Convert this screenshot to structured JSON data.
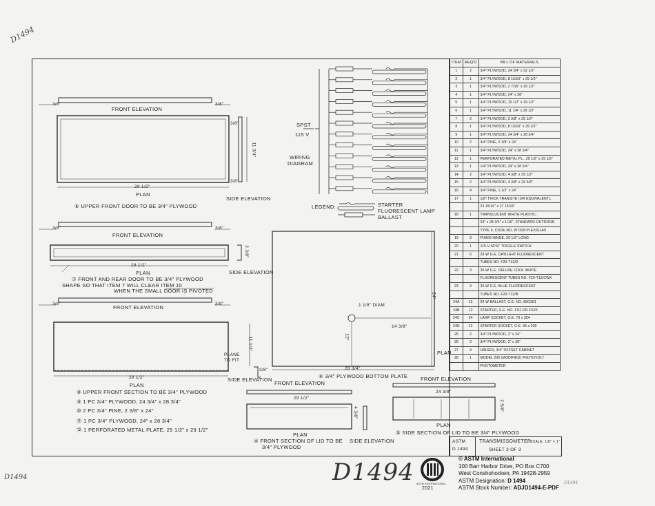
{
  "top_notes": {
    "handwritten_tl": "D1494",
    "handwritten_bl": "D1494",
    "handwritten_br": "D1494",
    "signature": "D1494"
  },
  "drawing": {
    "front_elevation_1": "FRONT ELEVATION",
    "front_elevation_2": "FRONT ELEVATION",
    "front_elevation_3": "FRONT ELEVATION",
    "front_elevation_4": "FRONT ELEVATION",
    "front_elevation_5": "FRONT ELEVATION",
    "plan": "PLAN",
    "side_elevation": "SIDE ELEVATION",
    "dim_3_8": "3/8\"",
    "dim_29_half": "29 1/2\"",
    "dim_11_34": "11 3/4\"",
    "dim_2_38": "2 3/8\"",
    "dim_11_12": "11 1/2\"",
    "dim_24": "24\"",
    "dim_28_34": "28 3/4\"",
    "dim_14_38": "14 3/8\"",
    "dim_12": "12\"",
    "dim_diam": "1 1/8\" DIAM",
    "dim_24_38": "24 3/8\"",
    "dim_4_38": "4 3/8\"",
    "dim_2_58": "2 5/8\"",
    "note_6": "⑥ UPPER FRONT DOOR TO BE 3/4\" PLYWOOD",
    "note_7a": "⑦ FRONT AND REAR DOOR TO BE 3/4\" PLYWOOD",
    "note_7b": "SHAPE SO THAT ITEM 7 WILL CLEAR ITEM 10",
    "note_7c": "WHEN THE SMALL DOOR IS PIVOTED",
    "plane_to_fit": "PLANE TO FIT",
    "notes_bl": [
      "⑧  UPPER FRONT SECTION TO BE 3/4\" PLYWOOD",
      "⑨  1 PC 3/4\" PLYWOOD, 24 3/4\" x 28 3/4\"",
      "⑩  2 PC 3/4\" PINE, 2 3/8\" x 24\"",
      "⑪  1 PC 3/4\" PLYWOOD, 24\" x 28 3/4\"",
      "⑫  1 PERFORATED METAL PLATE, 25 1/2\" x 29 1/2\""
    ],
    "bottom_plate": "④ 3/4\" PLYWOOD BOTTOM PLATE",
    "lid_front": "④ FRONT SECTION OF LID TO BE",
    "lid_front2": "3/4\" PLYWOOD",
    "lid_side": "⑤ SIDE SECTION OF LID TO BE 3/4\" PLYWOOD",
    "wiring": "WIRING",
    "diagram": "DIAGRAM",
    "spst": "SPST",
    "v115": "115 V",
    "legend": "LEGEND:",
    "starter": "STARTER",
    "lamp": "FLUORESCENT LAMP",
    "ballast": "BALLAST"
  },
  "bom": {
    "headers": [
      "ITEM",
      "REQ'D",
      "BILL OF MATERIALS"
    ],
    "rows": [
      [
        "1",
        "2",
        "3/4\" PLYWOOD, 24 3/4\" x 32 1/2\""
      ],
      [
        "2",
        "1",
        "3/4\" PLYWOOD, 8 15/16\" x 29 1/2\""
      ],
      [
        "3",
        "1",
        "3/4\" PLYWOOD, 2 7/16\" x 29 1/2\""
      ],
      [
        "4",
        "1",
        "3/4\" PLYWOOD, 24\" x 28\""
      ],
      [
        "5",
        "1",
        "3/4\" PLYWOOD, 10 1/2\" x 29 1/2\""
      ],
      [
        "6",
        "1",
        "3/4\" PLYWOOD, 11 1/4\" x 29 1/2\""
      ],
      [
        "7",
        "2",
        "3/4\" PLYWOOD, 2 3/8\" x 29 1/2\""
      ],
      [
        "8",
        "1",
        "3/4\" PLYWOOD, 8 15/16\" x 29 1/2\""
      ],
      [
        "9",
        "1",
        "3/4\" PLYWOOD, 24 3/4\" x 28 3/4\""
      ],
      [
        "10",
        "2",
        "3/4\" PINE, 2 3/8\" x 24\""
      ],
      [
        "11",
        "1",
        "3/4\" PLYWOOD, 24\" x 28 3/4\""
      ],
      [
        "12",
        "1",
        "PERFORATED METAL PL., 25 1/2\" x 29 1/2\""
      ],
      [
        "13",
        "1",
        "1/4\" PLYWOOD, 24\" x 28 3/4\""
      ],
      [
        "14",
        "2",
        "3/4\" PLYWOOD, 4 3/8\" x 29 1/2\""
      ],
      [
        "15",
        "2",
        "3/4\" PLYWOOD, 4 3/8\" x 24 3/8\""
      ],
      [
        "16",
        "4",
        "3/4\" PINE, 1 1/2\" x 24\""
      ],
      [
        "17",
        "1",
        "1/8\" THICK TRANSITE (OR EQUIVALENT),"
      ],
      [
        "",
        "",
        "23 15/16\" x 27 15/16\""
      ],
      [
        "18",
        "1",
        "TRANSLUCENT WHITE PLASTIC,"
      ],
      [
        "",
        "",
        "24\" x 28 3/4\" x 1/16\", STANDARD OUTDOOR"
      ],
      [
        "",
        "",
        "TYPE II, CODE NO. W7328 PLEXIGLAS"
      ],
      [
        "19",
        "3",
        "PIANO HINGE, 29 1/2\" LONG"
      ],
      [
        "20",
        "1",
        "115-V SPST TOGGLE SWITCH"
      ],
      [
        "21",
        "6",
        "20-W G.E. DAYLIGHT FLUORESCENT"
      ],
      [
        "",
        "",
        "TUBES NO. F20-T12/D"
      ],
      [
        "22",
        "3",
        "20-W G.E. DELUXE COOL WHITE"
      ],
      [
        "",
        "",
        "FLUORESCENT TUBES NO. F20-T12/CWX"
      ],
      [
        "23",
        "3",
        "20-W G.E. BLUE FLUORESCENT"
      ],
      [
        "",
        "",
        "TUBES NO. F20-T12/B"
      ],
      [
        "24A",
        "12",
        "20-W BALLAST, G.E. NO. 89G381"
      ],
      [
        "24B",
        "12",
        "STARTER, G.E. NO. FS2 OR FS20"
      ],
      [
        "24C",
        "24",
        "LAMP SOCKET, G.E. 78 x 354"
      ],
      [
        "24D",
        "12",
        "STARTER SOCKET, G.E. 95 x 299"
      ],
      [
        "25",
        "2",
        "3/4\" PLYWOOD, 2\" x 24\""
      ],
      [
        "26",
        "2",
        "3/4\" PLYWOOD, 2\" x 28\""
      ],
      [
        "27",
        "3",
        "HINGES, 3/4\" OFFSET CABINET"
      ],
      [
        "28",
        "1",
        "MODEL 200 (MODIFIED) PHOTOVOLT"
      ],
      [
        "",
        "",
        "PHOTOMETER"
      ]
    ]
  },
  "title_block": {
    "astm": "ASTM",
    "designation": "D 1494",
    "title": "TRANSMISSOMETER",
    "scale": "SCALE: 1/8\" = 1\"",
    "sheet": "SHEET 3 OF 3"
  },
  "copyright": {
    "line1": "© ASTM International",
    "line2": "100 Barr Harbor Drive, PO Box C700",
    "line3": "West Conshohocken, PA  19428-2959",
    "line4_label": "ASTM Designation: ",
    "line4_value": "D 1494",
    "line5_label": "ASTM Stock Number: ",
    "line5_value": "ADJD1494-E-PDF",
    "logo_caption": "ASTM INTERNATIONAL",
    "year": "2021"
  }
}
